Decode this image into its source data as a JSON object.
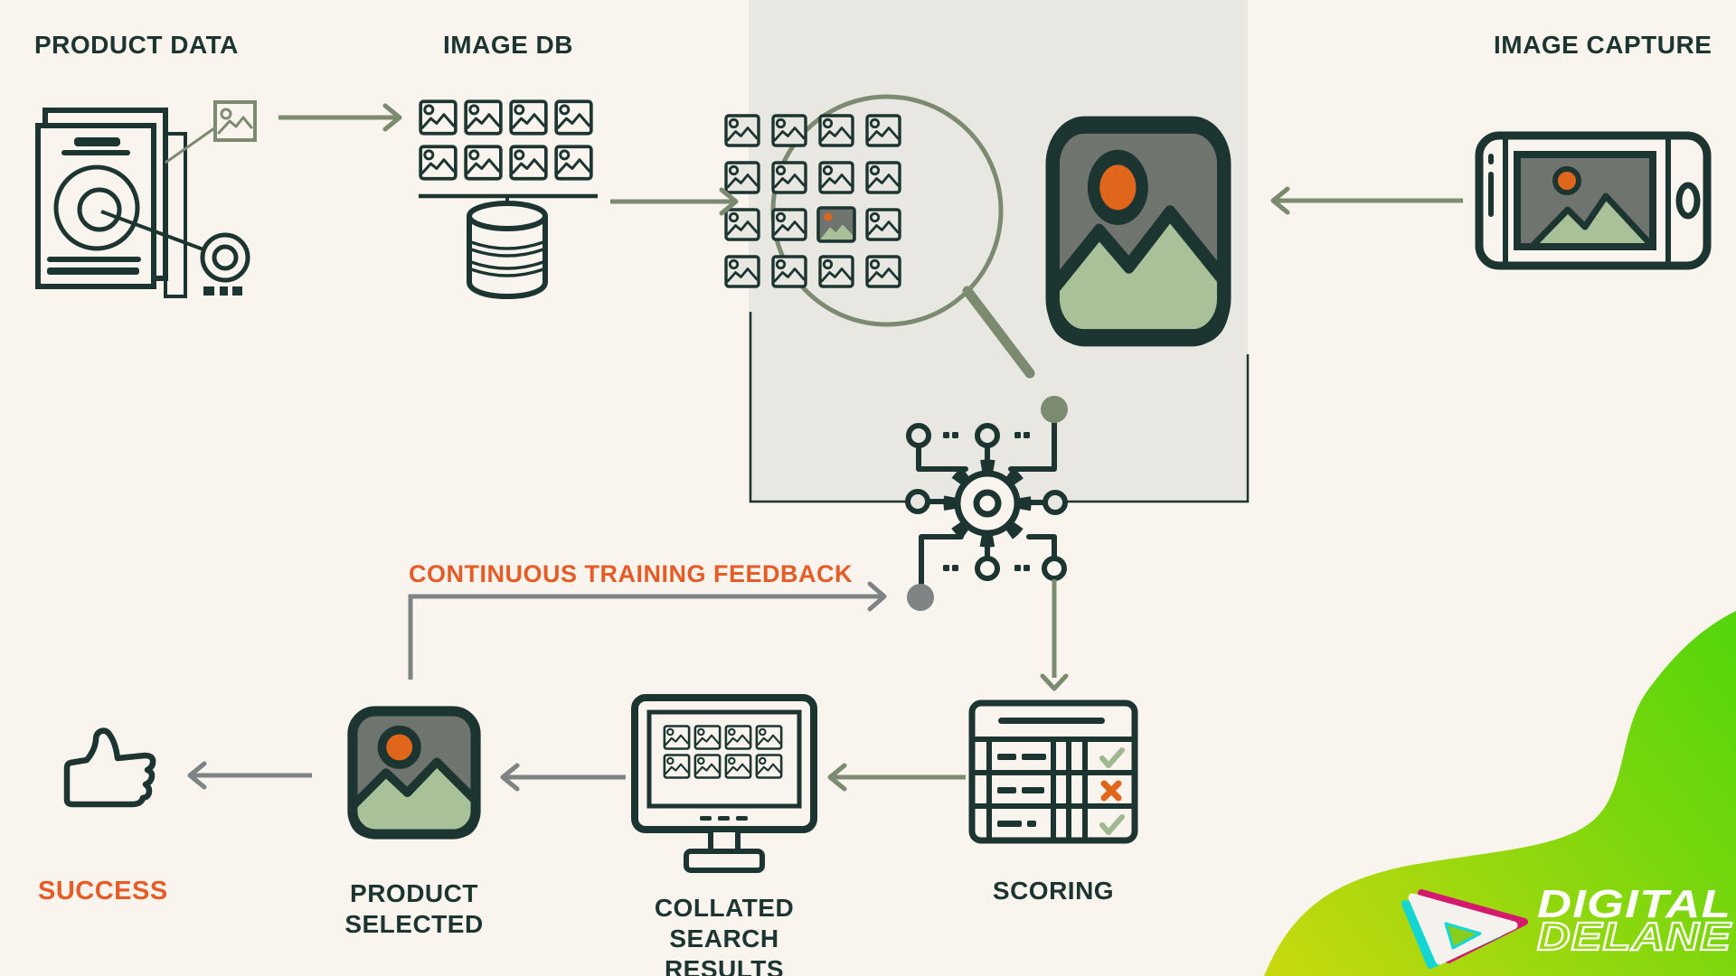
{
  "page": {
    "type": "infographic",
    "description": "Visual product search AI workflow diagram"
  },
  "colors": {
    "ink": "#1C3531",
    "bg": "#FAF4EE",
    "panel": "#E9E7E2",
    "sage": "#7C8B70",
    "gray": "#7E8384",
    "orange": "#E65C26",
    "sun_orange": "#DF661A",
    "leaf": "#A9C199",
    "slate": "#70746F",
    "check_green": "#9FB890",
    "blob_yellow": "#C6D90F",
    "blob_green": "#54D50C",
    "logo_magenta": "#D4196E",
    "logo_cyan": "#14D6D2"
  },
  "labels": {
    "product_data": "PRODUCT DATA",
    "image_db": "IMAGE DB",
    "image_capture": "IMAGE CAPTURE",
    "feedback": "CONTINUOUS TRAINING FEEDBACK",
    "success": "SUCCESS",
    "product_selected_1": "PRODUCT",
    "product_selected_2": "SELECTED",
    "collated_1": "COLLATED",
    "collated_2": "SEARCH",
    "collated_3": "RESULTS",
    "scoring": "SCORING"
  },
  "logo": {
    "line1": "DIGITAL",
    "line2": "DELANE"
  },
  "flow": {
    "nodes": [
      {
        "id": "product-data",
        "label": "PRODUCT DATA",
        "icon": "document-stack-icon"
      },
      {
        "id": "image-db",
        "label": "IMAGE DB",
        "icon": "thumbnail-grid-database-icon"
      },
      {
        "id": "candidate-matching",
        "label": "",
        "icon": "thumbnail-grid-magnifier-icon"
      },
      {
        "id": "query-image",
        "label": "",
        "icon": "photo-icon"
      },
      {
        "id": "image-capture",
        "label": "IMAGE CAPTURE",
        "icon": "smartphone-photo-icon"
      },
      {
        "id": "ai-model",
        "label": "",
        "icon": "gear-network-icon"
      },
      {
        "id": "scoring",
        "label": "SCORING",
        "icon": "scorecard-icon"
      },
      {
        "id": "collated-search-results",
        "label": "COLLATED SEARCH RESULTS",
        "icon": "monitor-thumbnails-icon"
      },
      {
        "id": "product-selected",
        "label": "PRODUCT SELECTED",
        "icon": "photo-icon"
      },
      {
        "id": "success",
        "label": "SUCCESS",
        "icon": "thumbs-up-icon"
      }
    ],
    "edges": [
      {
        "from": "product-data",
        "to": "image-db"
      },
      {
        "from": "image-db",
        "to": "candidate-matching"
      },
      {
        "from": "image-capture",
        "to": "query-image"
      },
      {
        "from": "candidate-matching",
        "to": "ai-model"
      },
      {
        "from": "query-image",
        "to": "ai-model"
      },
      {
        "from": "ai-model",
        "to": "scoring"
      },
      {
        "from": "scoring",
        "to": "collated-search-results"
      },
      {
        "from": "collated-search-results",
        "to": "product-selected"
      },
      {
        "from": "product-selected",
        "to": "success"
      },
      {
        "from": "product-selected",
        "to": "ai-model",
        "label": "CONTINUOUS TRAINING FEEDBACK"
      }
    ]
  }
}
